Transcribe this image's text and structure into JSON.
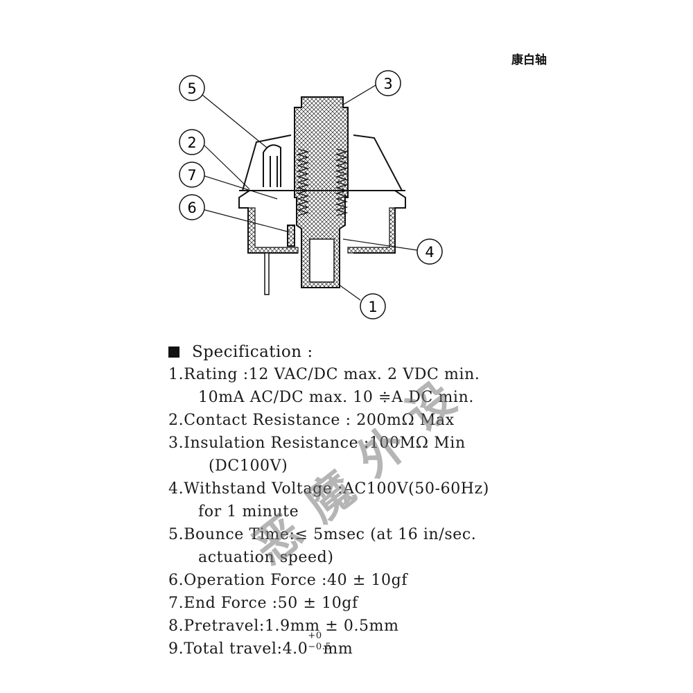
{
  "header": {
    "label": "康白轴"
  },
  "diagram": {
    "callouts": [
      "1",
      "2",
      "3",
      "4",
      "5",
      "6",
      "7"
    ]
  },
  "spec": {
    "title": "Specification :",
    "items": [
      {
        "num": "1.",
        "text": "Rating :12 VAC/DC max. 2 VDC min."
      },
      {
        "cont": "10mA AC/DC max. 10 ≑A DC min."
      },
      {
        "num": "2.",
        "text": "Contact Resistance : 200mΩ Max"
      },
      {
        "num": "3.",
        "text": "Insulation Resistance :100MΩ Min"
      },
      {
        "cont": "(DC100V)"
      },
      {
        "num": "4.",
        "text": "Withstand Voltage :AC100V(50-60Hz)"
      },
      {
        "cont": "for 1 minute"
      },
      {
        "num": "5.",
        "text": "Bounce Time:≤ 5msec (at 16 in/sec."
      },
      {
        "cont": "actuation speed)"
      },
      {
        "num": "6.",
        "text": "Operation Force :40 ± 10gf"
      },
      {
        "num": "7.",
        "text": "End Force :50 ± 10gf"
      },
      {
        "num": "8.",
        "text": "Pretravel:1.9mm ± 0.5mm"
      }
    ],
    "last": {
      "num": "9.",
      "text": "Total travel:4.0",
      "tol_up": "+0",
      "tol_dn": "−0.5",
      "unit": "mm"
    }
  },
  "watermark": {
    "chars": [
      "恶",
      "魔",
      "外",
      "设"
    ]
  }
}
